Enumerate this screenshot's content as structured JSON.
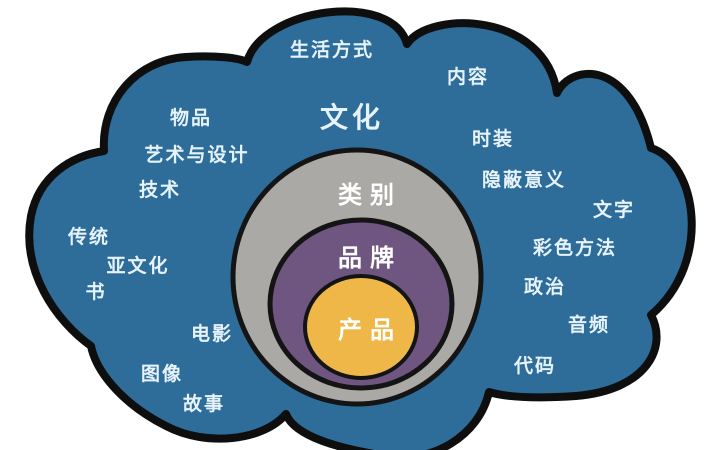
{
  "diagram": {
    "type": "nested-circles-in-cloud",
    "cloud_labels": [
      {
        "text": "生活方式"
      },
      {
        "text": "内容"
      },
      {
        "text": "物品"
      },
      {
        "text": "文化",
        "emphasis": true
      },
      {
        "text": "时装"
      },
      {
        "text": "艺术与设计"
      },
      {
        "text": "技术"
      },
      {
        "text": "隐蔽意义"
      },
      {
        "text": "文字"
      },
      {
        "text": "传统"
      },
      {
        "text": "彩色方法"
      },
      {
        "text": "亚文化"
      },
      {
        "text": "政治"
      },
      {
        "text": "书"
      },
      {
        "text": "音频"
      },
      {
        "text": "电影"
      },
      {
        "text": "代码"
      },
      {
        "text": "图像"
      },
      {
        "text": "故事"
      }
    ],
    "rings": [
      {
        "label": "类别"
      },
      {
        "label": "品牌"
      },
      {
        "label": "产品"
      }
    ]
  },
  "colors": {
    "background": "#ffffff",
    "cloud_fill": "#2e6d9a",
    "outline": "#0e0e0e",
    "cloud_label_text": "#e7f3fb",
    "ring_category": "#aaa9a6",
    "ring_brand": "#6f5681",
    "ring_product": "#efb747",
    "ring_label_text": "#ffffff"
  }
}
